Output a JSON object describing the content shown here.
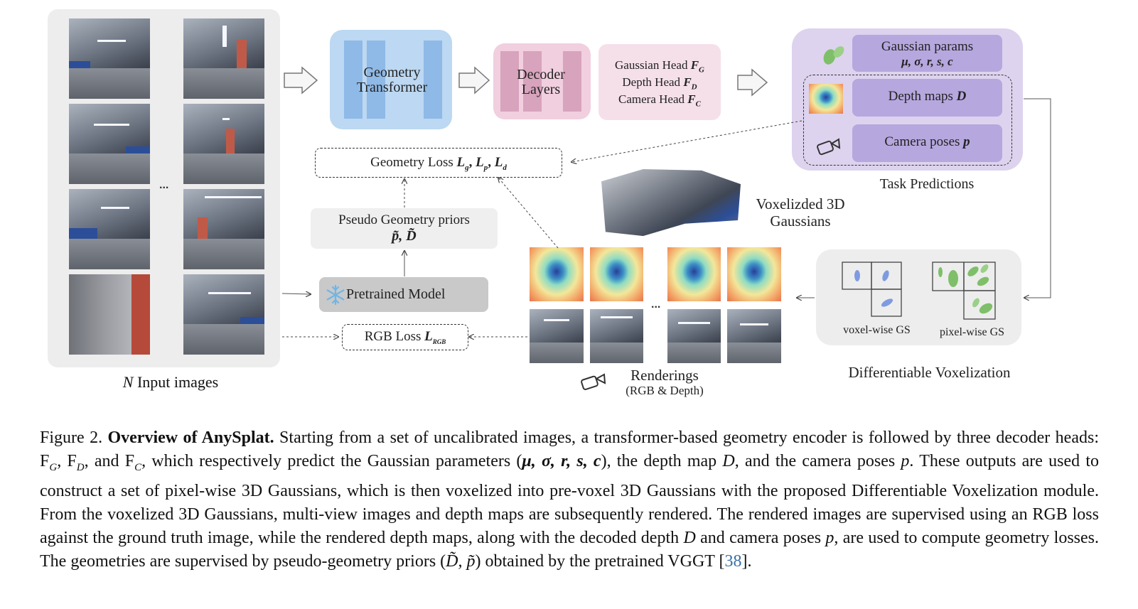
{
  "input_images_label_n": "N",
  "input_images_label_rest": " Input images",
  "ellipsis": "...",
  "geometry_transformer": "Geometry Transformer",
  "decoder_layers": "Decoder Layers",
  "heads": {
    "gaussian": "Gaussian Head ",
    "gaussian_sym": "F",
    "gaussian_sub": "G",
    "depth": "Depth Head ",
    "depth_sym": "F",
    "depth_sub": "D",
    "camera": "Camera Head ",
    "camera_sym": "F",
    "camera_sub": "C"
  },
  "task_predictions": {
    "gaussian_params": "Gaussian params",
    "gaussian_params_sym": "μ, σ, r, s, c",
    "depth_maps": "Depth maps ",
    "depth_maps_sym": "D",
    "camera_poses": "Camera poses ",
    "camera_poses_sym": "p",
    "label": "Task Predictions"
  },
  "geometry_loss": {
    "text": "Geometry Loss ",
    "sym": "L",
    "sub_g": "g",
    "sym2": "L",
    "sub_p": "p",
    "sym3": "L",
    "sub_d": "d"
  },
  "pseudo_priors": {
    "text": "Pseudo Geometry priors",
    "sym": "p̃, D̃"
  },
  "pretrained_model": "Pretrained Model",
  "rgb_loss": {
    "text": "RGB Loss ",
    "sym": "L",
    "sub": "RGB"
  },
  "voxelized": "Voxelizded 3D Gaussians",
  "renderings": "Renderings",
  "renderings_sub": "(RGB & Depth)",
  "voxel_wise": "voxel-wise GS",
  "pixel_wise": "pixel-wise GS",
  "diff_vox": "Differentiable Voxelization",
  "caption": {
    "fig": "Figure 2. ",
    "title": "Overview of AnySplat.",
    "body1": " Starting from a set of uncalibrated images, a transformer-based geometry encoder is followed by three decoder heads: F",
    "subG": "G",
    "body2": ", F",
    "subD": "D",
    "body3": ", and F",
    "subC": "C",
    "body4": ", which respectively predict the Gaussian parameters (",
    "params": "μ, σ, r, s, c",
    "body5": "), the depth map ",
    "D": "D",
    "body6": ", and the camera poses ",
    "p": "p",
    "body7": ". These outputs are used to construct a set of pixel-wise 3D Gaussians, which is then voxelized into pre-voxel 3D Gaussians with the proposed Differentiable Voxelization module. From the voxelized 3D Gaussians, multi-view images and depth maps are subsequently rendered. The rendered images are supervised using an RGB loss against the ground truth image, while the rendered depth maps, along with the decoded depth ",
    "D2": "D",
    "body8": " and camera poses ",
    "p2": "p",
    "body9": ", are used to compute geometry losses. The geometries are supervised by pseudo-geometry priors (",
    "priors": "D̃, p̃",
    "body10": ") obtained by the pretrained VGGT [",
    "cite": "38",
    "body11": "]."
  },
  "colors": {
    "input_panel": "#ededed",
    "transformer": "#bcd8f2",
    "transformer_bar": "#8fb9e6",
    "decoder": "#f1cfdf",
    "decoder_bar": "#d8a3bd",
    "heads_box": "#f5e0ea",
    "task_panel": "#ddd3ee",
    "task_box": "#b6a7de",
    "grey_box": "#efefef",
    "pretrained": "#c9c9c9"
  }
}
